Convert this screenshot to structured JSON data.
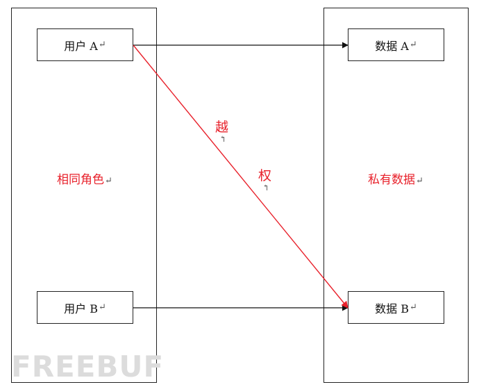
{
  "left_panel": {
    "label": "相同角色"
  },
  "right_panel": {
    "label": "私有数据"
  },
  "nodes": {
    "user_a": "用户 A",
    "user_b": "用户 B",
    "data_a": "数据 A",
    "data_b": "数据 B"
  },
  "edge_label": {
    "char1": "越",
    "char2": "权"
  },
  "return_mark": "↵",
  "return_mark_small": "↰",
  "watermark": "FREEBUF",
  "colors": {
    "highlight": "#e8212b",
    "line": "#111111",
    "watermark": "#dcdcdc"
  }
}
